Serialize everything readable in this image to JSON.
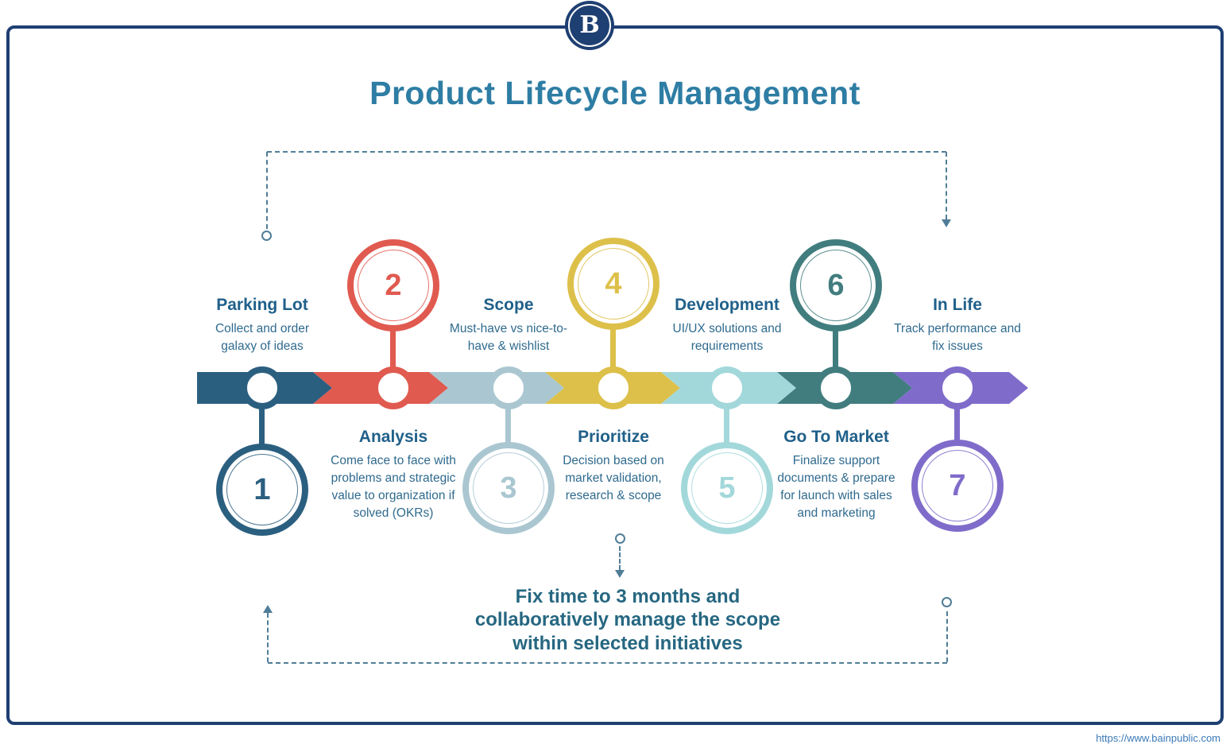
{
  "page": {
    "title": "Product Lifecycle Management",
    "logo_letter": "B",
    "url": "https://www.bainpublic.com"
  },
  "note": {
    "text": "Fix time to 3 months and collaboratively manage the scope within selected initiatives"
  },
  "colors": {
    "border_navy": "#1e3f72",
    "title_blue": "#2e7da4",
    "heading_blue": "#20608a",
    "body_blue": "#2f6a8e",
    "note_teal": "#266781",
    "dash_gray_blue": "#507d98",
    "link_blue": "#3b7ab8"
  },
  "stages": [
    {
      "number": "1",
      "name": "Parking Lot",
      "description": "Collect and order galaxy of ideas",
      "color": "#2b5f80",
      "circle_position": "below-band",
      "label_position": "above-band"
    },
    {
      "number": "2",
      "name": "Analysis",
      "description": "Come face to face with problems and strategic value to organization if solved (OKRs)",
      "color": "#e05a50",
      "circle_position": "above-band",
      "label_position": "below-band"
    },
    {
      "number": "3",
      "name": "Scope",
      "description": "Must-have vs nice-to-have & wishlist",
      "color": "#aac7d1",
      "circle_position": "below-band",
      "label_position": "above-band"
    },
    {
      "number": "4",
      "name": "Prioritize",
      "description": "Decision based on market validation, research & scope",
      "color": "#ddc04a",
      "circle_position": "above-band",
      "label_position": "below-band"
    },
    {
      "number": "5",
      "name": "Development",
      "description": "UI/UX solutions and requirements",
      "color": "#a3d8db",
      "circle_position": "below-band",
      "label_position": "above-band"
    },
    {
      "number": "6",
      "name": "Go To Market",
      "description": "Finalize support documents & prepare for launch with sales and marketing",
      "color": "#417d7f",
      "circle_position": "above-band",
      "label_position": "below-band"
    },
    {
      "number": "7",
      "name": "In Life",
      "description": "Track performance and fix issues",
      "color": "#7f6cca",
      "circle_position": "below-band",
      "label_position": "above-band"
    }
  ]
}
